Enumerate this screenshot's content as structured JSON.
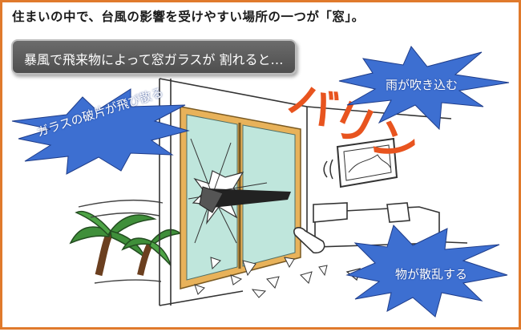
{
  "headline": {
    "text": "住まいの中で、台風の影響を受けやすい場所の一つが「窓」。",
    "accent_color": "#1a1a1a"
  },
  "caption": {
    "text": "暴風で飛来物によって窓ガラスが 割れると…"
  },
  "bursts": {
    "glass": "ガラスの破片が飛び散る",
    "rain": "雨が吹き込む",
    "scatter": "物が散乱する"
  },
  "sound_effect": "バリン",
  "colors": {
    "frame_border": "#e07a2c",
    "burst_fill": "#3d6fd1",
    "sound_effect": "#e8541f",
    "glass": "#bfe6dc",
    "window_frame": "#e8b25a"
  },
  "icons": {
    "tree": "palm-tree-icon",
    "painting": "wall-picture-icon",
    "sofa": "sofa-icon"
  }
}
